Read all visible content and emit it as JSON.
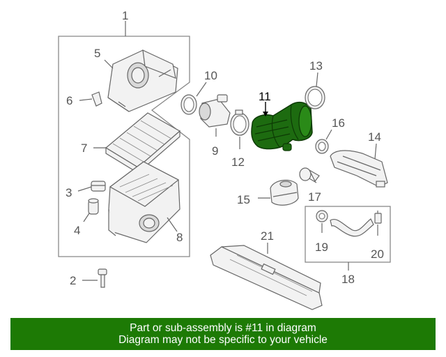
{
  "callouts": {
    "c1": "1",
    "c2": "2",
    "c3": "3",
    "c4": "4",
    "c5": "5",
    "c6": "6",
    "c7": "7",
    "c8": "8",
    "c9": "9",
    "c10": "10",
    "c11": "11",
    "c12": "12",
    "c13": "13",
    "c14": "14",
    "c15": "15",
    "c16": "16",
    "c17": "17",
    "c18": "18",
    "c19": "19",
    "c20": "20",
    "c21": "21"
  },
  "highlight": {
    "part": "11",
    "color": "#1d7a05"
  },
  "banner": {
    "line1": "Part or sub-assembly is #11 in diagram",
    "line2": "Diagram may not be specific to your vehicle",
    "background": "#1d7a05"
  }
}
